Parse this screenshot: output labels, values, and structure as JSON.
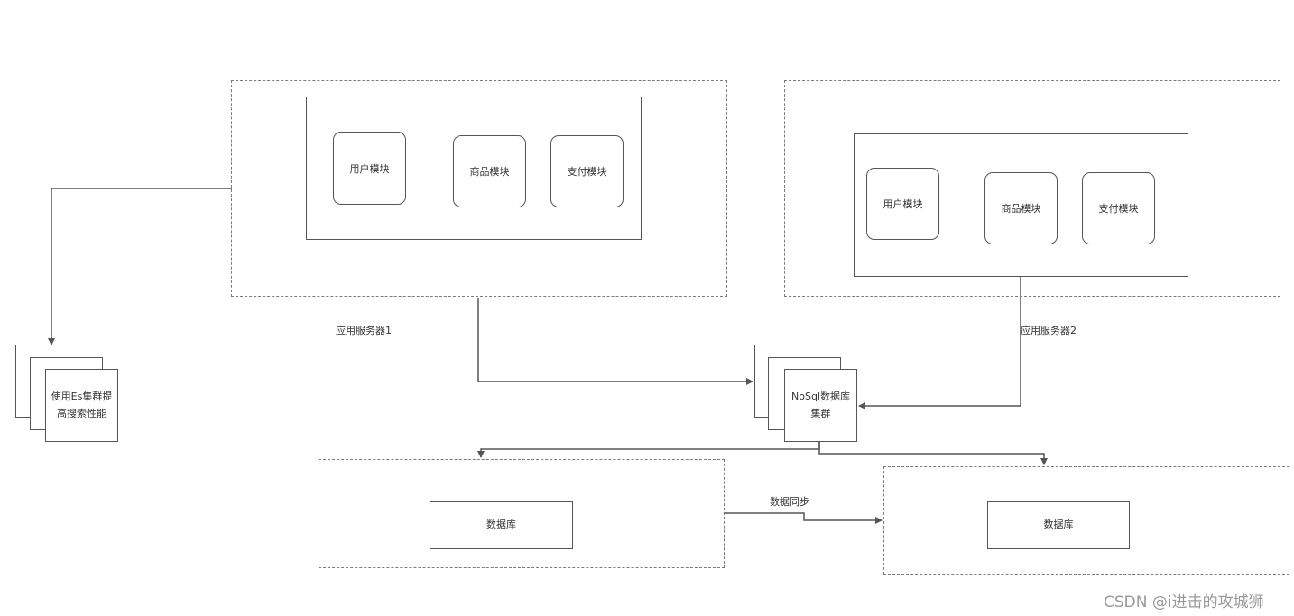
{
  "server1": {
    "label": "应用服务器1",
    "modules": [
      "用户模块",
      "商品模块",
      "支付模块"
    ]
  },
  "server2": {
    "label": "应用服务器2",
    "modules": [
      "用户模块",
      "商品模块",
      "支付模块"
    ]
  },
  "es_cluster": {
    "line1": "使用Es集群提",
    "line2": "高搜索性能"
  },
  "nosql_cluster": {
    "line1": "NoSql数据库",
    "line2": "集群"
  },
  "db_left": {
    "label": "数据库"
  },
  "db_right": {
    "label": "数据库"
  },
  "sync": {
    "label": "数据同步"
  },
  "watermark": "CSDN @i进击的攻城狮",
  "colors": {
    "line": "#555555",
    "dashed_border": "#7a7a7a",
    "watermark": "#999999"
  }
}
